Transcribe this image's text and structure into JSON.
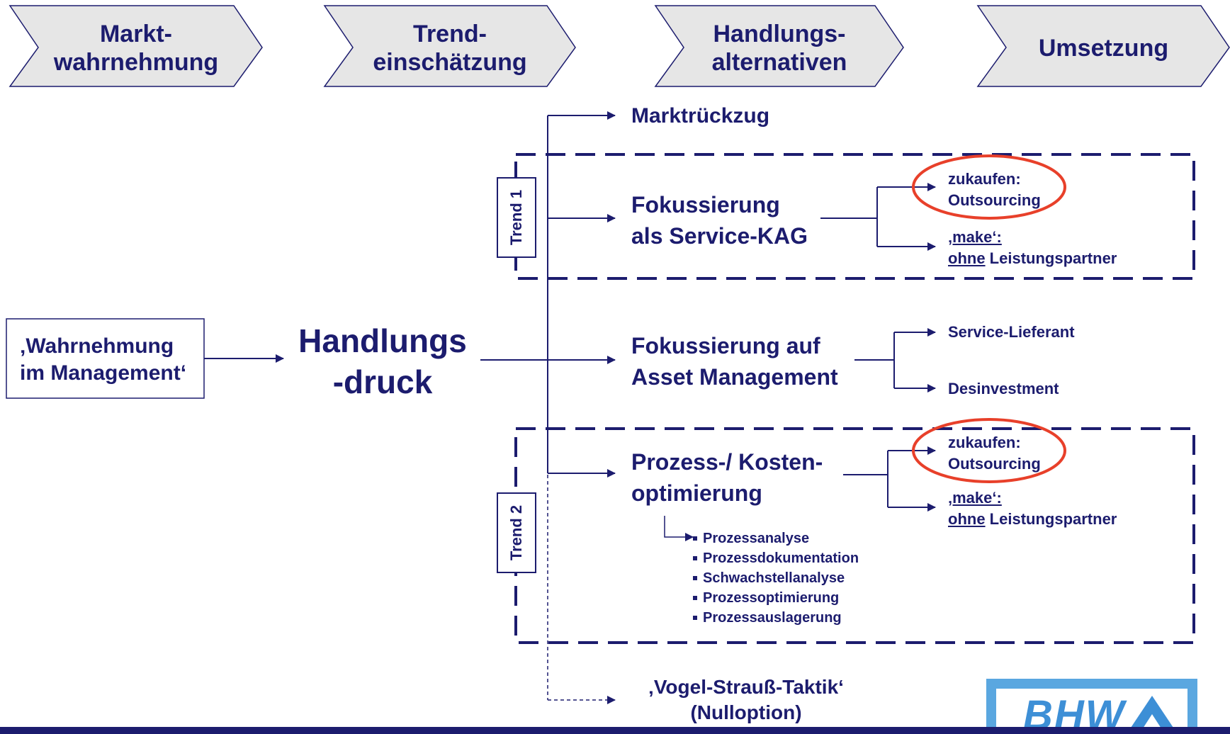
{
  "stages": [
    {
      "line1": "Markt-",
      "line2": "wahrnehmung"
    },
    {
      "line1": "Trend-",
      "line2": "einschätzung"
    },
    {
      "line1": "Handlungs-",
      "line2": "alternativen"
    },
    {
      "line1": "Umsetzung",
      "line2": ""
    }
  ],
  "perception": {
    "line1": "‚Wahrnehmung",
    "line2": "im Management‘"
  },
  "pressure": {
    "line1": "Handlungs",
    "line2": "-druck"
  },
  "trends": {
    "t1": "Trend 1",
    "t2": "Trend 2"
  },
  "alternatives": {
    "withdrawal": "Marktrückzug",
    "service_kag": {
      "line1": "Fokussierung",
      "line2": "als Service-KAG"
    },
    "asset_mgmt": {
      "line1": "Fokussierung auf",
      "line2": "Asset Management"
    },
    "process": {
      "line1": "Prozess-/ Kosten-",
      "line2": "optimierung"
    },
    "ostrich": {
      "line1": "‚Vogel-Strauß-Taktik‘",
      "line2": "(Nulloption)"
    }
  },
  "options": {
    "buy": {
      "line1": "zukaufen:",
      "line2": "Outsourcing"
    },
    "make": {
      "line1": "‚make‘:",
      "line2_underlined": "ohne",
      "line2_rest": " Leistungspartner"
    },
    "service_supplier": "Service-Lieferant",
    "divest": "Desinvestment"
  },
  "process_steps": [
    "Prozessanalyse",
    "Prozessdokumentation",
    "Schwachstellanalyse",
    "Prozessoptimierung",
    "Prozessauslagerung"
  ],
  "logo": {
    "text": "BHW"
  },
  "colors": {
    "navy": "#1c1c6e",
    "highlight": "#e8402a",
    "stage_fill": "#e6e6e6",
    "logo": "#5aa7e0"
  }
}
